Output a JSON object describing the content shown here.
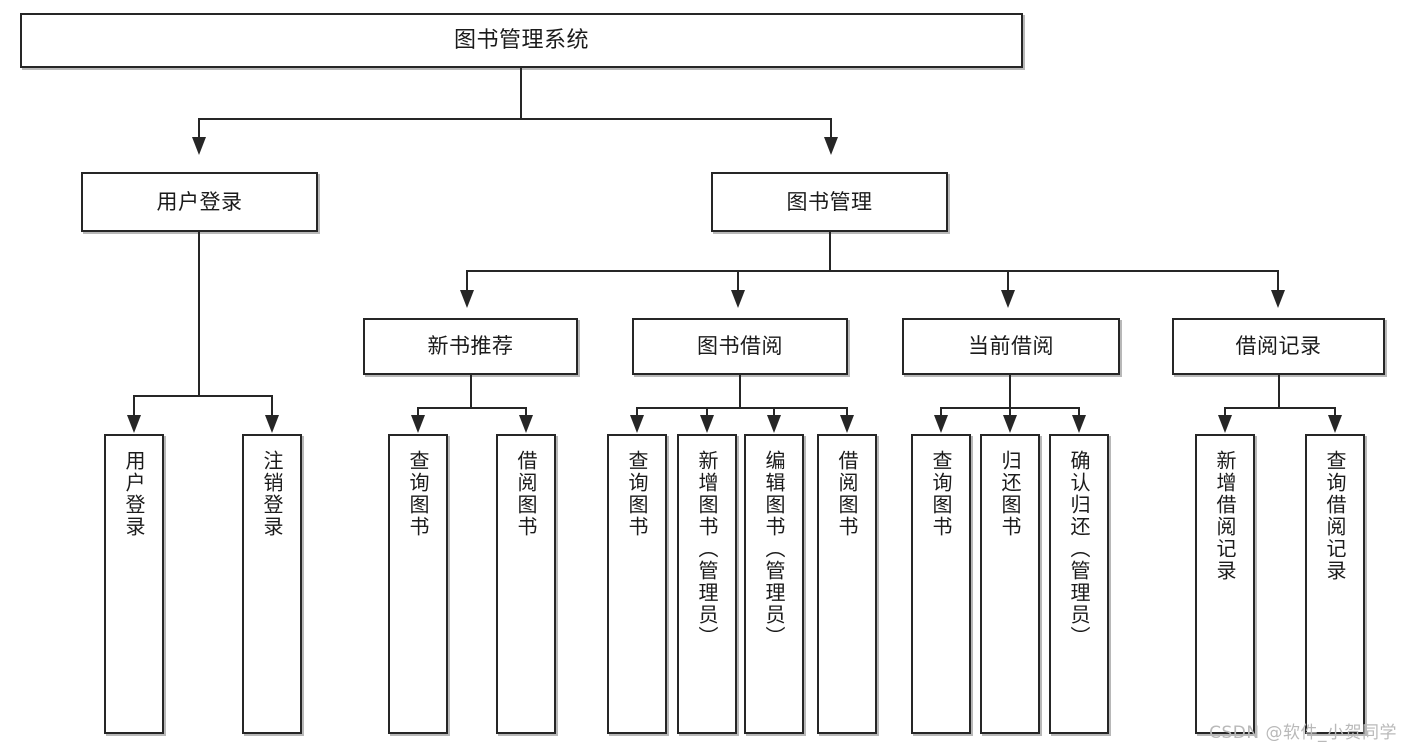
{
  "diagram": {
    "title": "图书管理系统",
    "type": "tree-hierarchy",
    "watermark": "CSDN @软件_小贺同学",
    "colors": {
      "border": "#262626",
      "background": "#ffffff",
      "text": "#1b1b1b",
      "watermark": "#b9b9b9"
    }
  },
  "nodes": {
    "root": {
      "label": "图书管理系统"
    },
    "level2": [
      {
        "label": "用户登录"
      },
      {
        "label": "图书管理"
      }
    ],
    "level3": [
      {
        "label": "新书推荐"
      },
      {
        "label": "图书借阅"
      },
      {
        "label": "当前借阅"
      },
      {
        "label": "借阅记录"
      }
    ],
    "leaves": {
      "user_login": [
        {
          "label": "用户登录"
        },
        {
          "label": "注销登录"
        }
      ],
      "new_book": [
        {
          "label": "查询图书"
        },
        {
          "label": "借阅图书"
        }
      ],
      "book_borrow": [
        {
          "label": "查询图书"
        },
        {
          "label": "新增图书（管理员）"
        },
        {
          "label": "编辑图书（管理员）"
        },
        {
          "label": "借阅图书"
        }
      ],
      "current_borrow": [
        {
          "label": "查询图书"
        },
        {
          "label": "归还图书"
        },
        {
          "label": "确认归还（管理员）"
        }
      ],
      "borrow_record": [
        {
          "label": "新增借阅记录"
        },
        {
          "label": "查询借阅记录"
        }
      ]
    }
  }
}
